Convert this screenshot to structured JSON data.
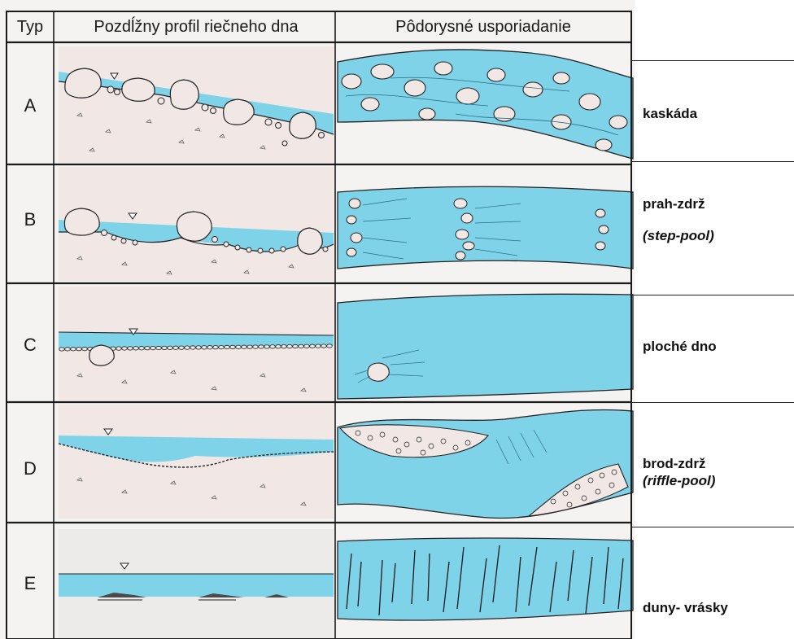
{
  "header": {
    "type_col": "Typ",
    "profile_col": "Pozdĺžny profil riečneho dna",
    "plan_col": "Pôdorysné usporiadanie"
  },
  "rows": [
    {
      "type": "A",
      "label": "kaskáda",
      "sublabel": ""
    },
    {
      "type": "B",
      "label": "prah-zdrž",
      "sublabel": "(step-pool)"
    },
    {
      "type": "C",
      "label": "ploché dno",
      "sublabel": ""
    },
    {
      "type": "D",
      "label": "brod-zdrž",
      "sublabel": "(riffle-pool)"
    },
    {
      "type": "E",
      "label": "duny- vrásky",
      "sublabel": ""
    }
  ],
  "colors": {
    "water": "#7fd3e8",
    "sediment": "#f1e8e6",
    "line": "#1a1a1a",
    "page": "#f4f3f1"
  }
}
